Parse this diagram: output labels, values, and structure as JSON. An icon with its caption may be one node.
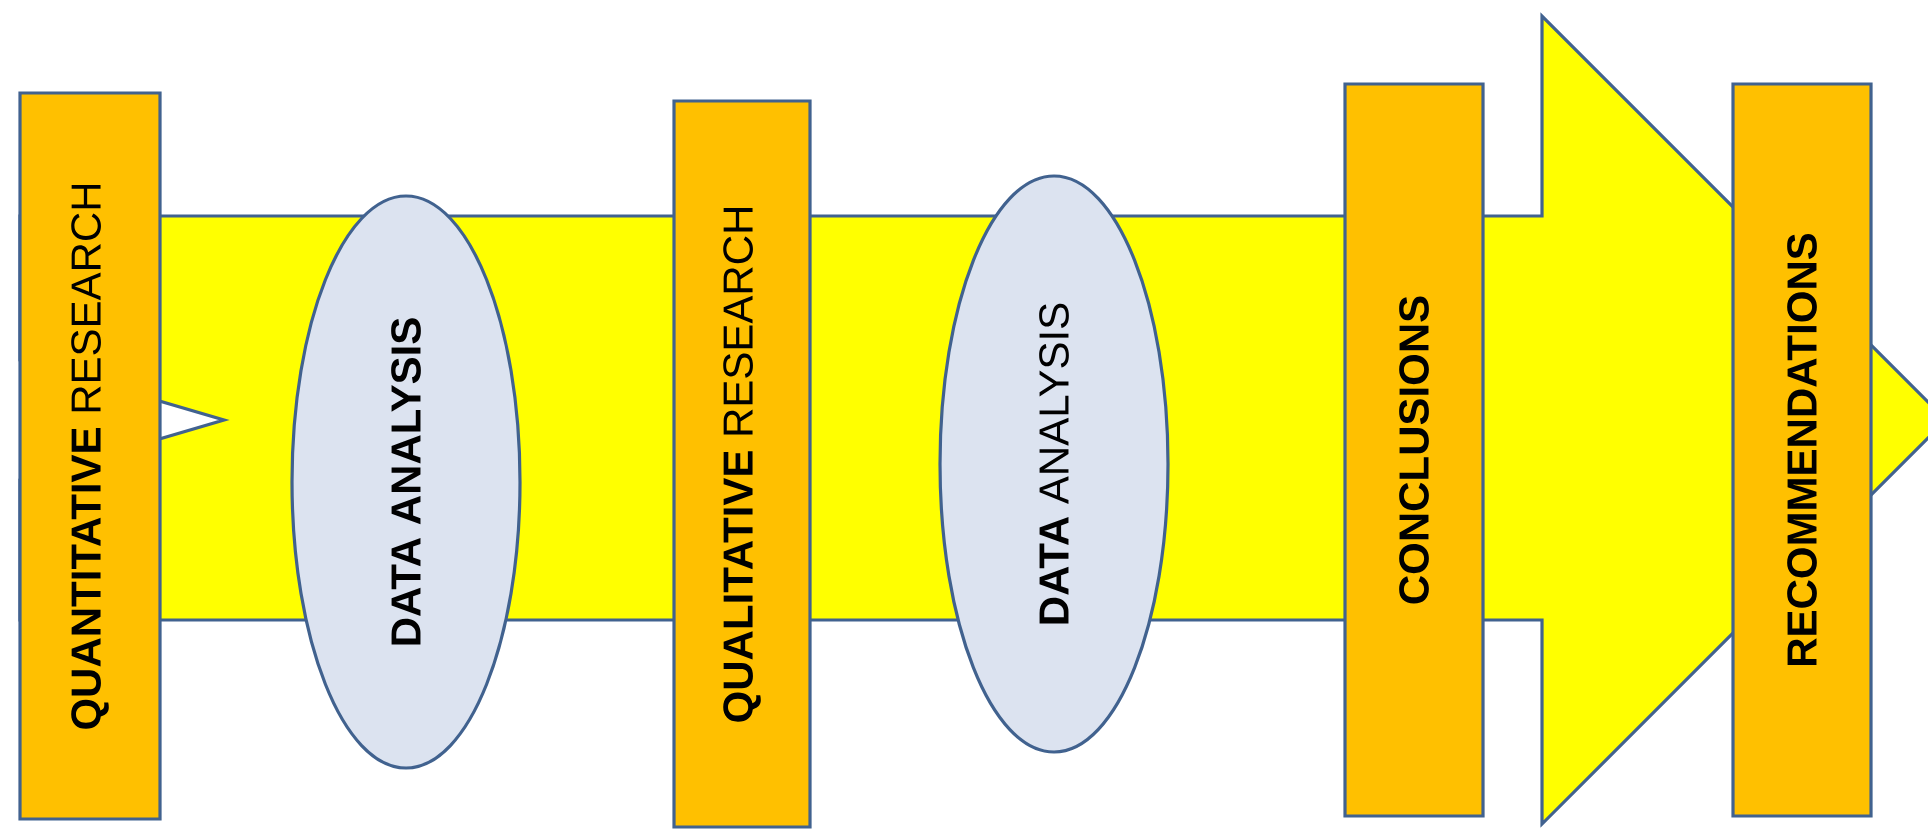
{
  "diagram": {
    "nodes": [
      {
        "text": [
          "**QUANTITATIVE** RESEARCH"
        ]
      },
      {
        "text": [
          "DATA ANALYSIS"
        ]
      },
      {
        "text": [
          "**QUALITATIVE**  RESEARCH"
        ]
      },
      {
        "text": [
          "**DATA** ANALYSIS"
        ]
      },
      {
        "text": [
          "CONCLUSIONS"
        ]
      },
      {
        "text": [
          "RECOMMENDATIONS"
        ]
      }
    ]
  }
}
